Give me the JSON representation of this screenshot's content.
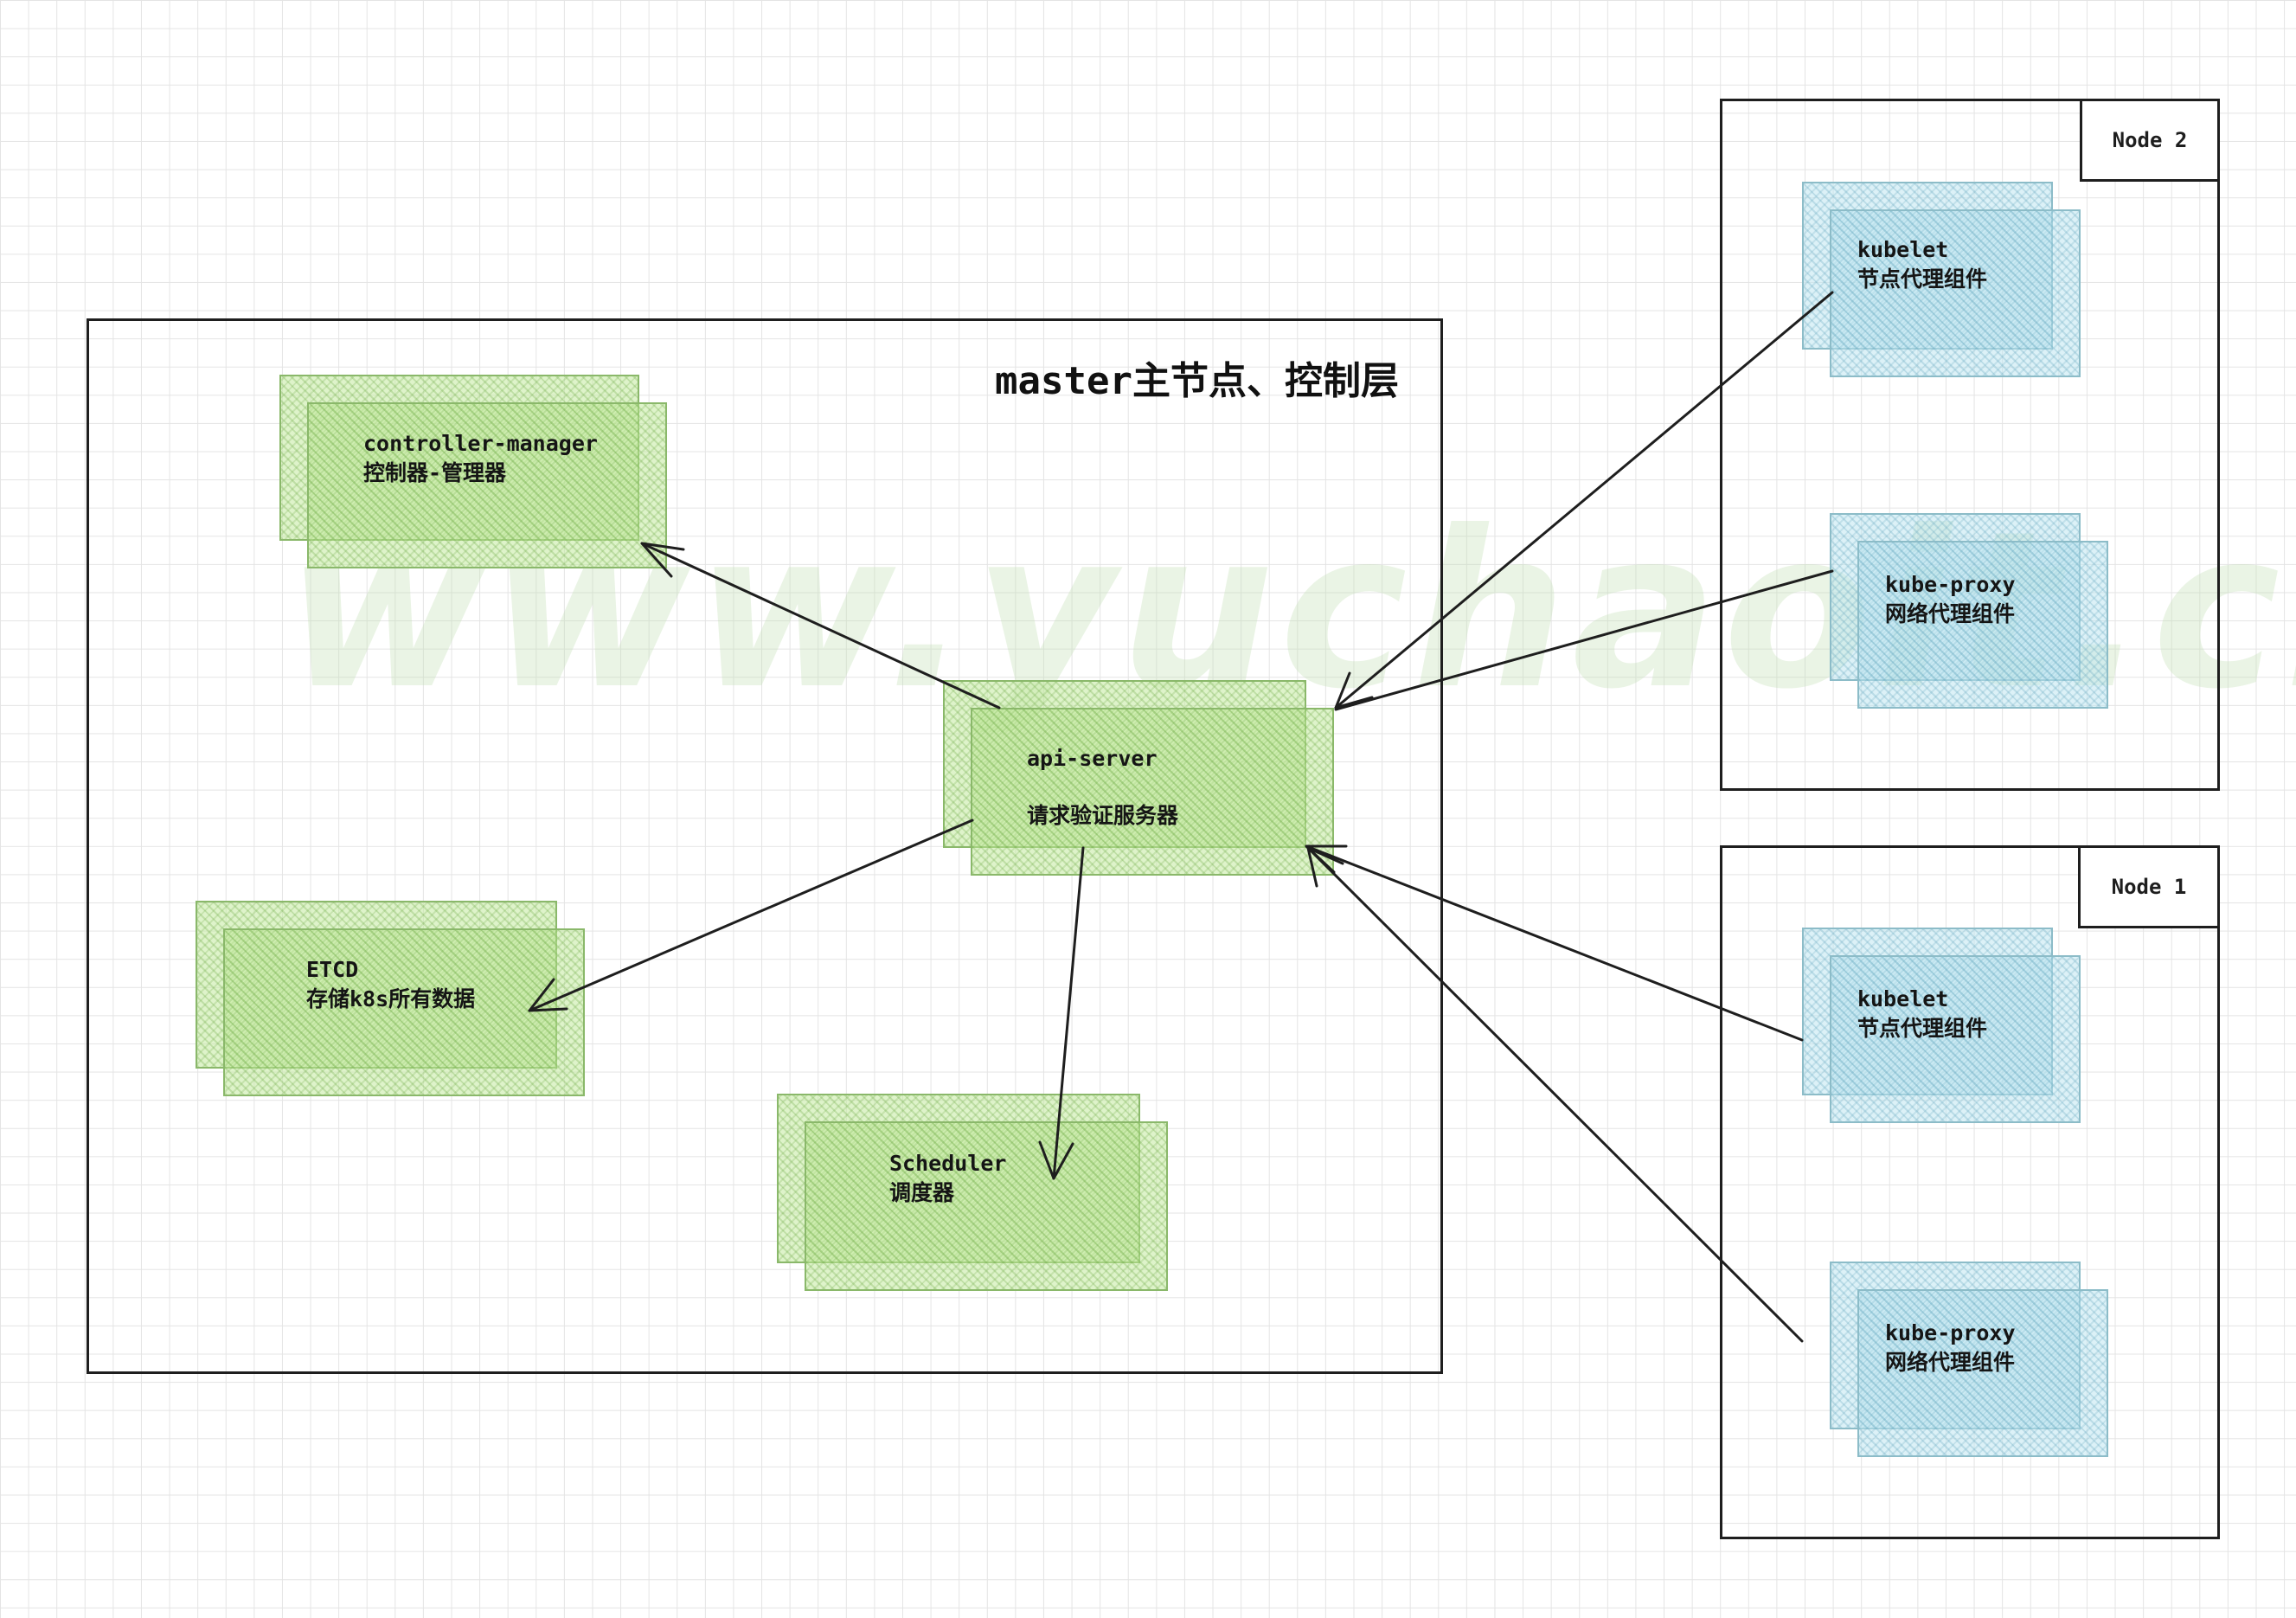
{
  "master": {
    "title": "master主节点、控制层",
    "components": {
      "controller_manager": {
        "name": "controller-manager",
        "desc": "控制器-管理器"
      },
      "api_server": {
        "name": "api-server",
        "desc": "请求验证服务器"
      },
      "etcd": {
        "name": "ETCD",
        "desc": "存储k8s所有数据"
      },
      "scheduler": {
        "name": "Scheduler",
        "desc": "调度器"
      }
    }
  },
  "nodes": [
    {
      "title": "Node 2",
      "kubelet": {
        "name": "kubelet",
        "desc": "节点代理组件"
      },
      "kube_proxy": {
        "name": "kube-proxy",
        "desc": "网络代理组件"
      }
    },
    {
      "title": "Node 1",
      "kubelet": {
        "name": "kubelet",
        "desc": "节点代理组件"
      },
      "kube_proxy": {
        "name": "kube-proxy",
        "desc": "网络代理组件"
      }
    }
  ],
  "watermark": "www.yuchaoit.cn",
  "colors": {
    "master_component_fill": "#bee896",
    "node_component_fill": "#b9e4f0",
    "stroke": "#1e1e1e",
    "grid": "#e4e4e4"
  }
}
